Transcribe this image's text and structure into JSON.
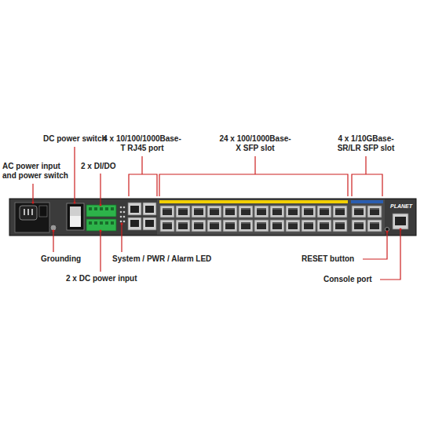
{
  "diagram": {
    "labels": [
      "DC power switch",
      "4 x 10/100/1000Base-T RJ45 port",
      "24 x 100/1000Base-X SFP slot",
      "4 x 1/10GBase-SR/LR SFP slot",
      "AC power input and power switch",
      "2 x DI/DO",
      "Grounding",
      "System / PWR / Alarm LED",
      "RESET button",
      "Console port",
      "2 x DC power input",
      "PLANET"
    ]
  }
}
